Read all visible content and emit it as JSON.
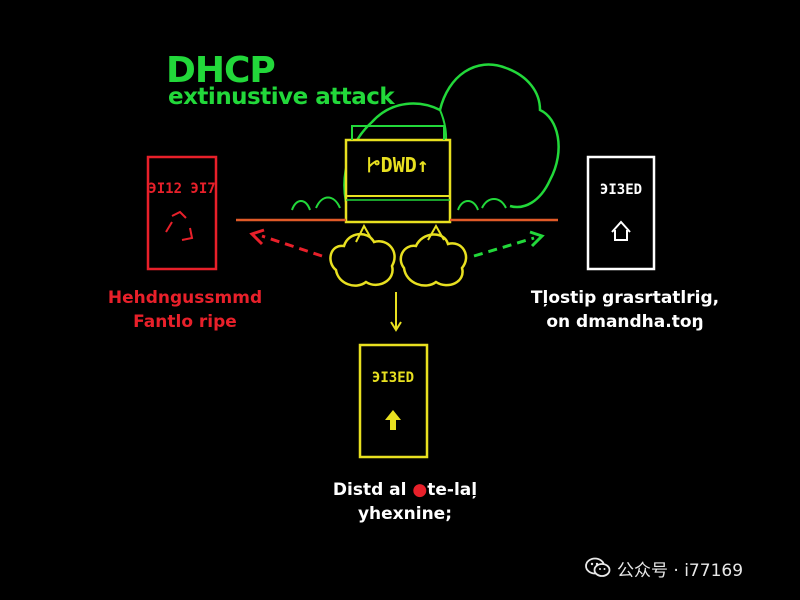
{
  "title": "DHCP",
  "subtitle": "extinustive attack",
  "boxes": {
    "left": {
      "label": "ЭI12 ЭI7"
    },
    "center": {
      "label": "ꔵDWD↑"
    },
    "right": {
      "label": "ЭI3ED"
    },
    "bottom": {
      "label": "ЭI3ED"
    }
  },
  "captions": {
    "left": {
      "line1": "Hehdngussmmd",
      "line2": "Fantlo ripe"
    },
    "right": {
      "line1": "Tļostip grasrtatlrig,",
      "line2": "on dmandha.toŋ"
    },
    "bottom": {
      "line1_a": "Distd al ",
      "line1_dot": "●",
      "line1_b": "te-laļ",
      "line2": "yhexnine;"
    }
  },
  "watermark": {
    "text": "公众号 · i77169"
  },
  "colors": {
    "green": "#22d83a",
    "red": "#e8202a",
    "yellow": "#e8e020",
    "white": "#ffffff",
    "orange": "#e05a28",
    "background": "#000000"
  }
}
